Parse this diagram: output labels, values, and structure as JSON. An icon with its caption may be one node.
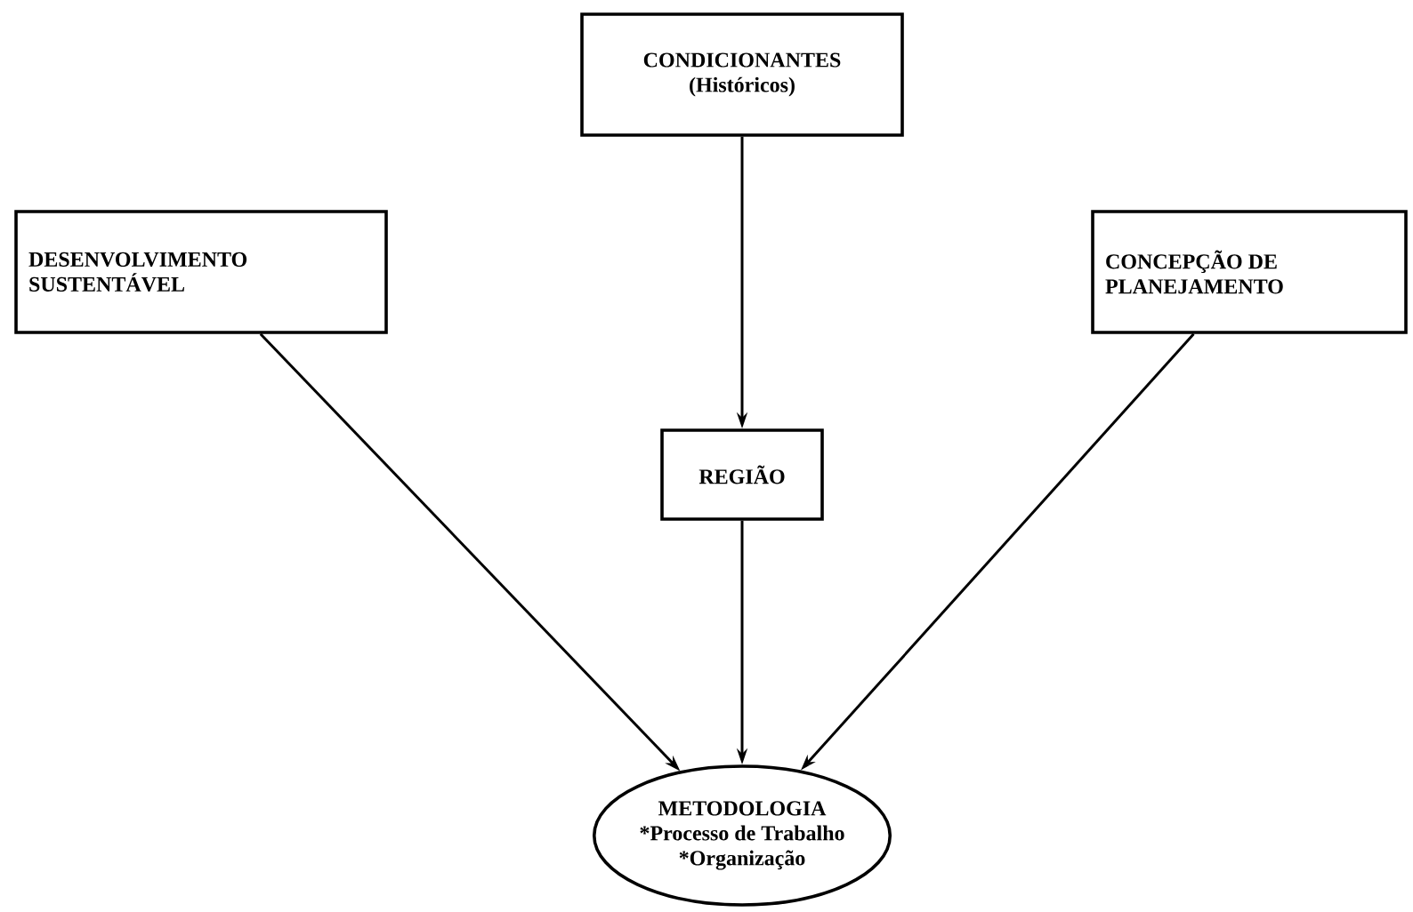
{
  "diagram": {
    "nodes": [
      {
        "text": [
          "CONDICIONANTES",
          "(Históricos)"
        ]
      },
      {
        "text": [
          "DESENVOLVIMENTO SUSTENTÁVEL"
        ]
      },
      {
        "text": [
          "CONCEPÇÃO DE PLANEJAMENTO"
        ]
      },
      {
        "text": [
          "REGIÃO"
        ]
      },
      {
        "text": [
          "METODOLOGIA",
          "*Processo de Trabalho",
          "*Organização"
        ]
      }
    ],
    "edges": [
      {
        "from": 0,
        "to": 3,
        "arrow": "to"
      },
      {
        "from": 1,
        "to": 4,
        "arrow": "to"
      },
      {
        "from": 3,
        "to": 4,
        "arrow": "to"
      },
      {
        "from": 2,
        "to": 4,
        "arrow": "to"
      }
    ]
  }
}
